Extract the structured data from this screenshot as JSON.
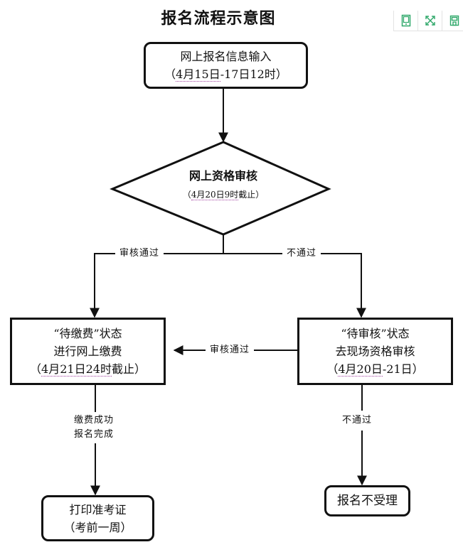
{
  "title": "报名流程示意图",
  "toolbar": {
    "buttons": [
      {
        "icon": "mobile-view-icon",
        "color": "#2fa86a"
      },
      {
        "icon": "fullscreen-icon",
        "color": "#2fa86a"
      },
      {
        "icon": "save-icon",
        "color": "#2fa86a"
      }
    ]
  },
  "nodes": {
    "online_input": {
      "line1": "网上报名信息输入",
      "line2_pre": "（",
      "line2_dotted": "4月15日",
      "line2_post": "-17日12时）"
    },
    "online_review": {
      "line1": "网上资格审核",
      "line2_pre": "（",
      "line2_dotted": "4月20日9时",
      "line2_post": "截止）"
    },
    "pending_payment": {
      "line1": "“待缴费”状态",
      "line2": "进行网上缴费",
      "line3_pre": "（",
      "line3_dotted": "4月21日24时",
      "line3_post": "截止）"
    },
    "pending_review": {
      "line1": "“待审核”状态",
      "line2": "去现场资格审核",
      "line3_pre": "（",
      "line3_dotted": "4月20日",
      "line3_post": "-21日）"
    },
    "print_ticket": {
      "line1": "打印准考证",
      "line2": "（考前一周）"
    },
    "rejected": {
      "line1": "报名不受理"
    }
  },
  "edges": {
    "review_pass": "审核通过",
    "review_fail": "不通过",
    "onsite_pass": "审核通过",
    "payment_done_1": "缴费成功",
    "payment_done_2": "报名完成",
    "onsite_fail": "不通过"
  },
  "colors": {
    "stroke": "#111111",
    "toolbar_icon": "#2fa86a",
    "dotted_underline": "#a040a0"
  }
}
